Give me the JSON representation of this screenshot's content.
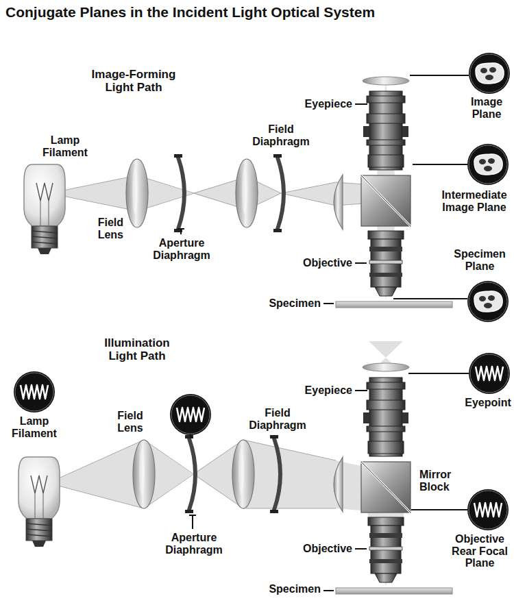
{
  "diagram": {
    "title": "Conjugate Planes in the Incident Light Optical System",
    "labels": [
      "Image-Forming Light Path",
      "Lamp Filament",
      "Field Lens",
      "Aperture Diaphragm",
      "Field Diaphragm",
      "Eyepiece",
      "Image Plane",
      "Intermediate Image Plane",
      "Objective",
      "Specimen Plane",
      "Specimen",
      "Illumination Light Path",
      "Lamp Filament",
      "Field Lens",
      "Aperture Diaphragm",
      "Field Diaphragm",
      "Eyepiece",
      "Eyepoint",
      "Mirror Block",
      "Objective",
      "Objective Rear Focal Plane",
      "Specimen"
    ]
  }
}
